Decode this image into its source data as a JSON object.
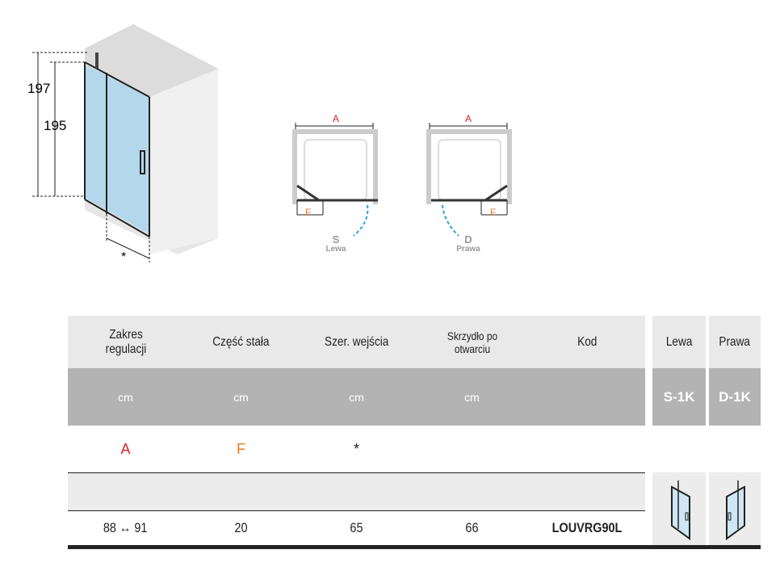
{
  "dimensions": {
    "height_total": "197",
    "height_door": "195",
    "width_marker": "*"
  },
  "plans": [
    {
      "dim_a": "A",
      "dim_f": "F",
      "code": "S",
      "label": "Lewa"
    },
    {
      "dim_a": "A",
      "dim_f": "F",
      "code": "D",
      "label": "Prawa"
    }
  ],
  "table": {
    "headers": [
      "Zakres regulacji",
      "Część stała",
      "Szer. wejścia",
      "Skrzydło po otwarciu",
      "Kod"
    ],
    "units": [
      "cm",
      "cm",
      "cm",
      "cm",
      ""
    ],
    "symbols": [
      "A",
      "F",
      "*",
      "",
      ""
    ],
    "row": [
      "88 ↔ 91",
      "20",
      "65",
      "66",
      "LOUVRG90L"
    ]
  },
  "variants": {
    "headers": [
      "Lewa",
      "Prawa"
    ],
    "codes": [
      "S-1K",
      "D-1K"
    ]
  },
  "colors": {
    "accent_red": "#d9232d",
    "accent_orange": "#e87a1c",
    "arrow_blue": "#29a3dc",
    "header_gray": "#e9e9e9",
    "band_gray": "#b3b3b3"
  }
}
